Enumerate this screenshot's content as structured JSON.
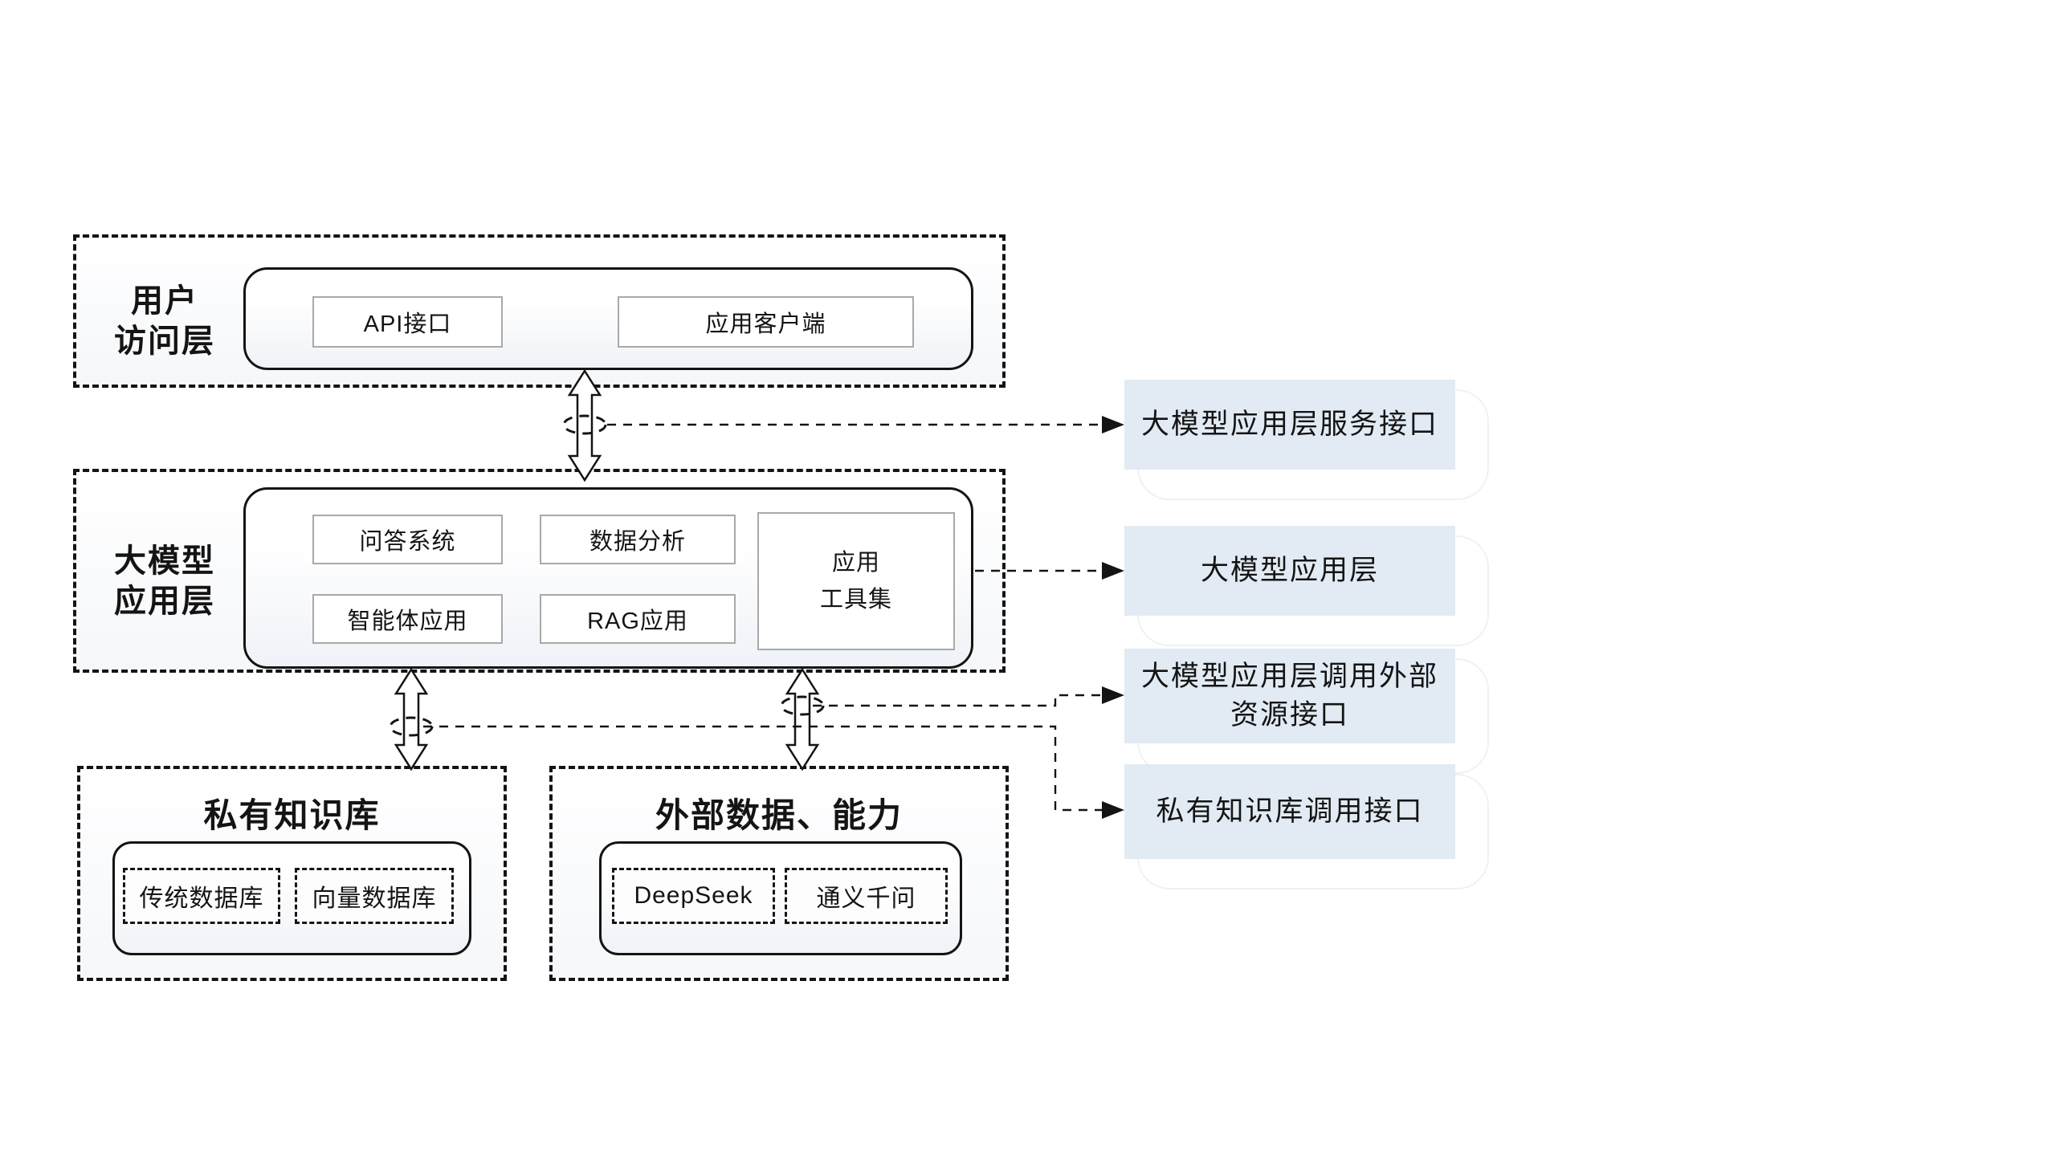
{
  "user_access_layer": {
    "label": [
      "用户",
      "访问层"
    ],
    "api_box": "API接口",
    "client_box": "应用客户端"
  },
  "llm_app_layer": {
    "label": [
      "大模型",
      "应用层"
    ],
    "qa_system": "问答系统",
    "data_analysis": "数据分析",
    "agent_app": "智能体应用",
    "rag_app": "RAG应用",
    "toolset": [
      "应用",
      "工具集"
    ]
  },
  "private_kb": {
    "title": "私有知识库",
    "traditional_db": "传统数据库",
    "vector_db": "向量数据库"
  },
  "external_data": {
    "title": "外部数据、能力",
    "deepseek": "DeepSeek",
    "qwen": "通义千问"
  },
  "interface_labels": {
    "service_api": "大模型应用层服务接口",
    "app_layer": "大模型应用层",
    "external_api": [
      "大模型应用层调用外部",
      "资源接口"
    ],
    "kb_api": "私有知识库调用接口"
  },
  "colors": {
    "interface_bg": "#e2eaf3",
    "line_color": "#141414",
    "gray_node_border": "#a9a9a9",
    "container_fill_bottom": "#eff2f7"
  }
}
